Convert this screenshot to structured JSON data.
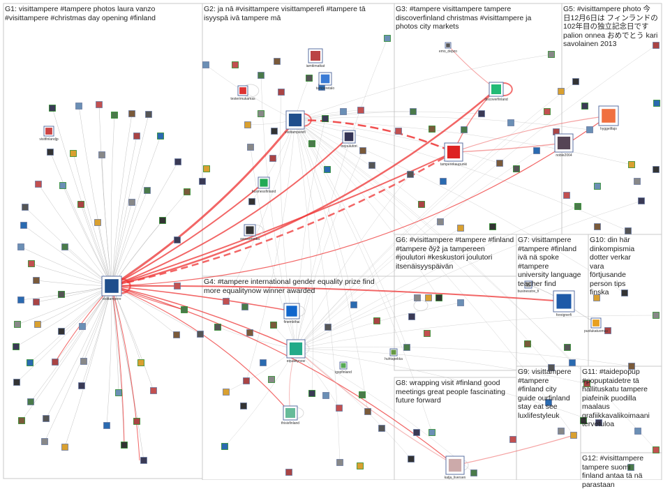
{
  "groups": [
    {
      "id": "G1",
      "label": "G1: visittampere #tampere photos laura vanzo\n#visittampere #christmas day opening #finland"
    },
    {
      "id": "G2",
      "label": "G2: ja nā #visittampere visittamperefi #tampere tā\nisyyspā ivā tampere mā"
    },
    {
      "id": "G3",
      "label": "G3: #tampere visittampere tampere\ndiscoverfinland christmas #visittampere ja\nphotos city markets"
    },
    {
      "id": "G5",
      "label": "G5: #visittampere photo 今\n日12月6日は フィンランドの\n102年目の独立記念日です\npalion onnea おめでとう kari\nsavolainen 2013"
    },
    {
      "id": "G4",
      "label": "G4: #tampere international gender equality prize find\nmore equalitynow winner awarded"
    },
    {
      "id": "G6",
      "label": "G6: #visittampere #tampere #finland\n#tampere ðÿž ja tampereen\n#joulutori #keskustori joulutori\nitsenäisyyspäivän"
    },
    {
      "id": "G7",
      "label": "G7: visittampere #tampere #finland\nivä nä spoke #tampere\nuniversity language\nteacher find"
    },
    {
      "id": "G10",
      "label": "G10: din här\ndinkompismia\ndotter verkar\nvara\nförtjusande\nperson tips\nfinska"
    },
    {
      "id": "G8",
      "label": "G8: wrapping visit #finland good\nmeetings great people fascinating\nfuture forward"
    },
    {
      "id": "G9",
      "label": "G9: visittampere\n#tampere\n#finland city\nguide ourfinland\nstay eat see\nluxlifestyleuk"
    },
    {
      "id": "G11",
      "label": "G11: #taidepopup\n#popuptaidetre tä\nhallituskatu tampere\npiafeinik puodilla\nmaalaus\ngrafiikkavalikoimaani\ntervetuloa"
    },
    {
      "id": "G12",
      "label": "G12: #visittampere\ntampere suomi\nfinland antaa tä nä\nparastaan"
    }
  ],
  "nodes": [
    {
      "id": "visittampere",
      "label": "visittampere"
    },
    {
      "id": "visitfinlandjp",
      "label": "visitfinlandjp"
    },
    {
      "id": "visittamperefi",
      "label": "visittamperefi"
    },
    {
      "id": "iamtiimatkat",
      "label": "iamtiimatkat"
    },
    {
      "id": "tamperetalo",
      "label": "tamperetalo"
    },
    {
      "id": "testerimukamas",
      "label": "testerimukamas"
    },
    {
      "id": "trejoulutori",
      "label": "trejoulutori"
    },
    {
      "id": "businessfinland",
      "label": "businessfinland"
    },
    {
      "id": "awesomedia",
      "label": "awesomedia"
    },
    {
      "id": "emo_depzo",
      "label": "emo_depzo"
    },
    {
      "id": "discoverfinland",
      "label": "discoverfinland"
    },
    {
      "id": "tamperekaupunki",
      "label": "tamperekaupunki"
    },
    {
      "id": "hyggelifajo",
      "label": "hyggelifajo"
    },
    {
      "id": "noble2064",
      "label": "noble2064"
    },
    {
      "id": "finembthai",
      "label": "finembthai"
    },
    {
      "id": "equalitynow",
      "label": "equalitynow"
    },
    {
      "id": "igspfinland",
      "label": "igspfinland"
    },
    {
      "id": "huhtapekka",
      "label": "huhtapekka"
    },
    {
      "id": "thisisfinland",
      "label": "thisisfinland"
    },
    {
      "id": "businesstre_fi",
      "label": "businesstre_fi"
    },
    {
      "id": "foreignerfi",
      "label": "foreignerfi"
    },
    {
      "id": "puolukatuomas",
      "label": "puolukatuomas"
    },
    {
      "id": "katja_liversen",
      "label": "katja_liversen"
    }
  ]
}
